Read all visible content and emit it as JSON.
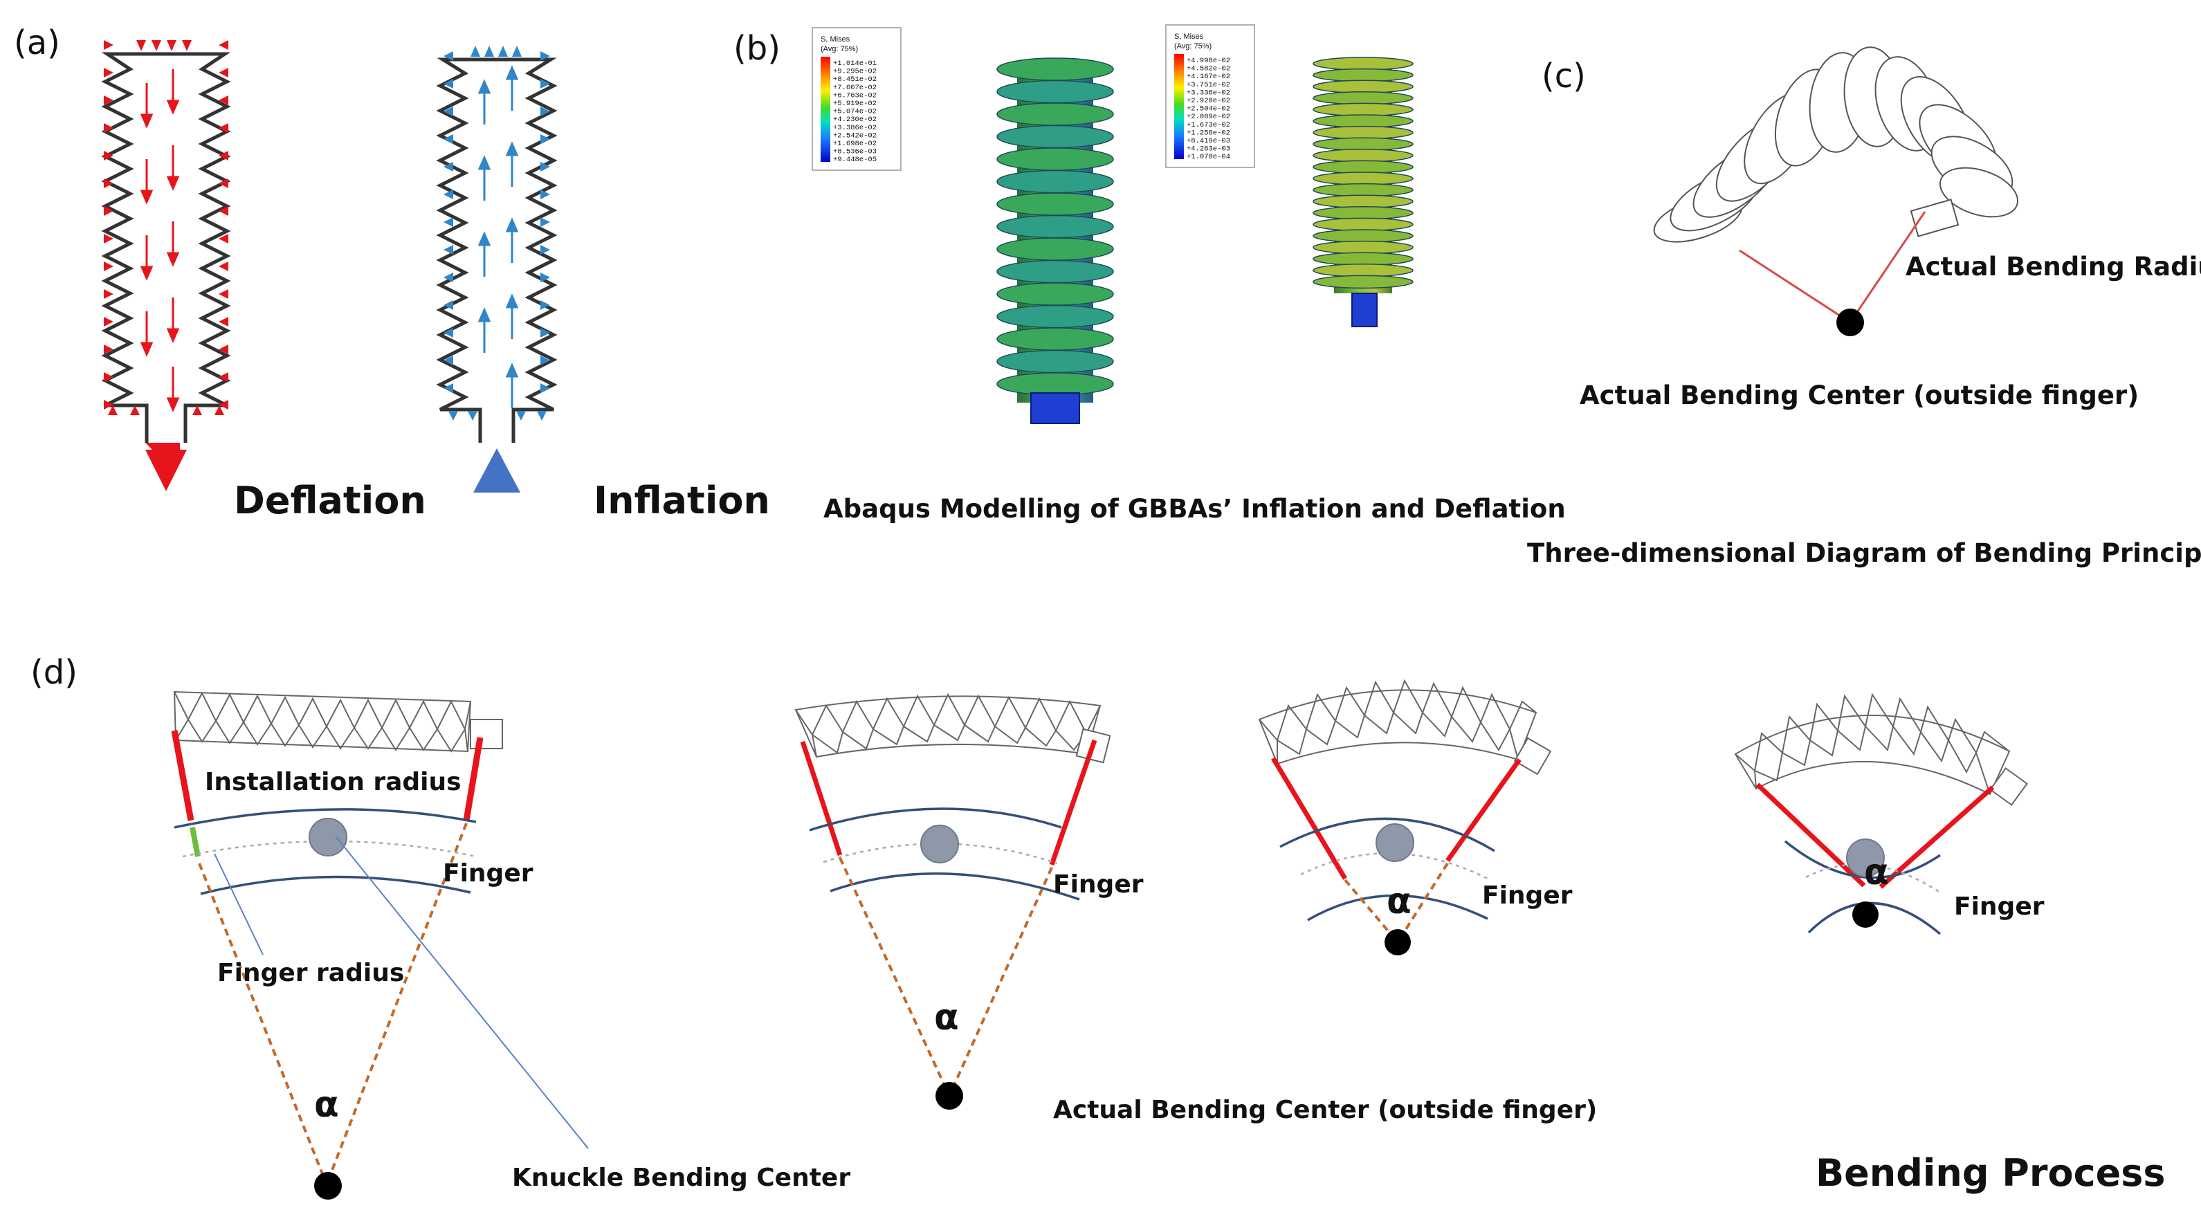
{
  "panels": {
    "a": {
      "label": "(a)",
      "deflation": "Deflation",
      "inflation": "Inflation",
      "red": "#e8141b",
      "blue": "#2f86c8"
    },
    "b": {
      "label": "(b)",
      "caption": "Abaqus Modelling of GBBAs’ Inflation and Deflation",
      "legend1": {
        "title": "S, Mises",
        "subtitle": "(Avg: 75%)",
        "values": [
          "+1.014e-01",
          "+9.295e-02",
          "+8.451e-02",
          "+7.607e-02",
          "+6.763e-02",
          "+5.919e-02",
          "+5.074e-02",
          "+4.230e-02",
          "+3.386e-02",
          "+2.542e-02",
          "+1.698e-02",
          "+8.536e-03",
          "+9.448e-05"
        ]
      },
      "legend2": {
        "title": "S, Mises",
        "subtitle": "(Avg: 75%)",
        "values": [
          "+4.998e-02",
          "+4.582e-02",
          "+4.167e-02",
          "+3.751e-02",
          "+3.336e-02",
          "+2.920e-02",
          "+2.504e-02",
          "+2.089e-02",
          "+1.673e-02",
          "+1.258e-02",
          "+8.419e-03",
          "+4.263e-03",
          "+1.070e-04"
        ]
      }
    },
    "c": {
      "label": "(c)",
      "radius_label": "Actual Bending Radius",
      "center_label": "Actual Bending Center (outside finger)",
      "caption": "Three-dimensional Diagram of Bending Principle"
    },
    "d": {
      "label": "(d)",
      "installation_radius": "Installation radius",
      "finger": "Finger",
      "finger_radius": "Finger radius",
      "alpha": "α",
      "knuckle_center": "Knuckle Bending Center",
      "actual_center": "Actual Bending Center (outside finger)",
      "caption": "Bending Process"
    }
  }
}
